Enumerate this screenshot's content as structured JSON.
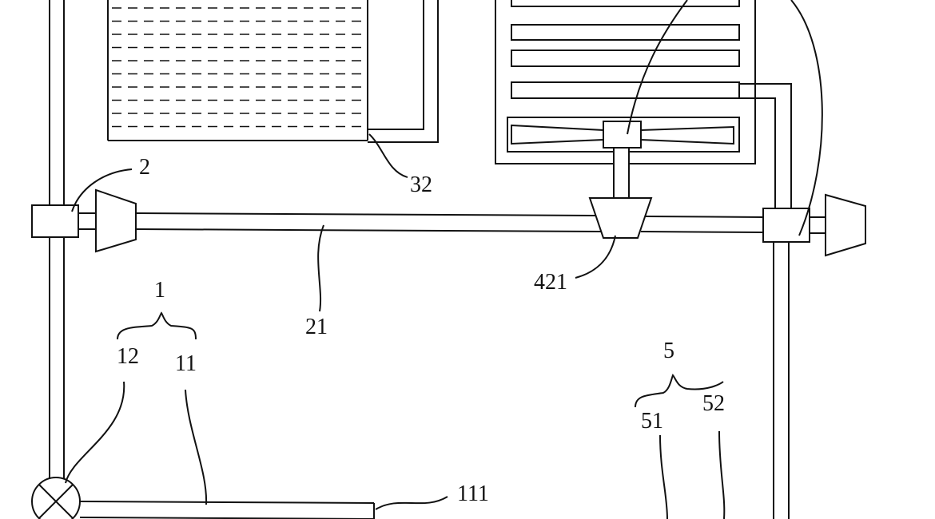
{
  "labels": {
    "valve_2": "2",
    "pipe_32": "32",
    "pipe_21": "21",
    "compressor_421": "421",
    "group_1": "1",
    "valve_12": "12",
    "pipe_11": "11",
    "group_5": "5",
    "part_51": "51",
    "part_52": "52",
    "outlet_111": "111"
  }
}
